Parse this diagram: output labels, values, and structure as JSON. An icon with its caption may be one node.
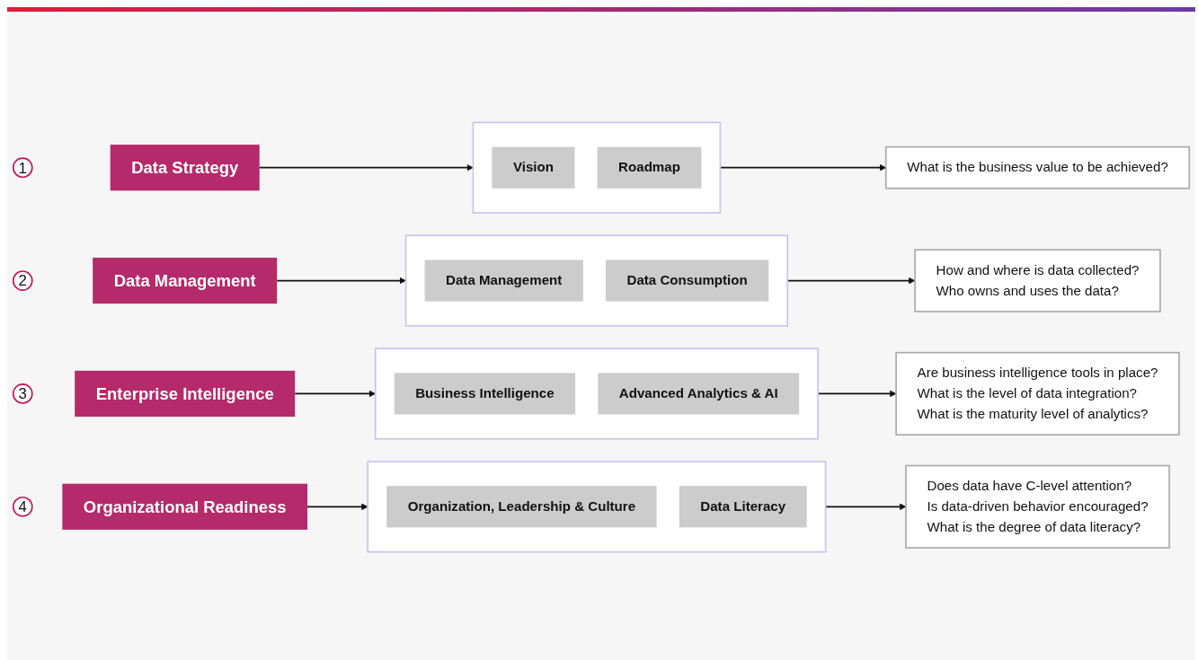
{
  "diagram": {
    "nodes": [
      {
        "text": [
          "1"
        ]
      },
      {
        "text": [
          "Data Strategy"
        ]
      },
      {
        "text": [],
        "shape": "box"
      },
      {
        "text": [
          "Vision"
        ],
        "in": 2
      },
      {
        "text": [
          "Roadmap"
        ],
        "in": 2
      },
      {
        "text": [
          "What is the business value to be achieved?"
        ]
      },
      {
        "text": [
          "2"
        ]
      },
      {
        "text": [
          "Data Management"
        ]
      },
      {
        "text": [],
        "shape": "box"
      },
      {
        "text": [
          "Data Management"
        ],
        "in": 8
      },
      {
        "text": [
          "Data Consumption"
        ],
        "in": 8
      },
      {
        "text": [
          "How and where is data collected?",
          "Who owns and uses the data?"
        ]
      },
      {
        "text": [
          "3"
        ]
      },
      {
        "text": [
          "Enterprise Intelligence"
        ]
      },
      {
        "text": [],
        "shape": "box"
      },
      {
        "text": [
          "Business Intelligence"
        ],
        "in": 14
      },
      {
        "text": [
          "Advanced Analytics & AI"
        ],
        "in": 14
      },
      {
        "text": [
          "Are business intelligence tools in place?",
          "What is the level of data integration?",
          "What is the maturity level of analytics?"
        ]
      },
      {
        "text": [
          "4"
        ]
      },
      {
        "text": [
          "Organizational Readiness"
        ]
      },
      {
        "text": [],
        "shape": "box"
      },
      {
        "text": [
          "Organization, Leadership & Culture"
        ],
        "in": 20
      },
      {
        "text": [
          "Data Literacy"
        ],
        "in": 20
      },
      {
        "text": [
          "Does data have C-level attention?",
          "Is data-driven behavior encouraged?",
          "What is the degree of data literacy?"
        ]
      }
    ],
    "edges": [
      {
        "from": 1,
        "to": 2,
        "arrow": "to"
      },
      {
        "from": 2,
        "to": 5,
        "arrow": "to"
      },
      {
        "from": 7,
        "to": 8,
        "arrow": "to"
      },
      {
        "from": 8,
        "to": 11,
        "arrow": "to"
      },
      {
        "from": 13,
        "to": 14,
        "arrow": "to"
      },
      {
        "from": 14,
        "to": 17,
        "arrow": "to"
      },
      {
        "from": 19,
        "to": 20,
        "arrow": "to"
      },
      {
        "from": 20,
        "to": 23,
        "arrow": "to"
      }
    ]
  }
}
